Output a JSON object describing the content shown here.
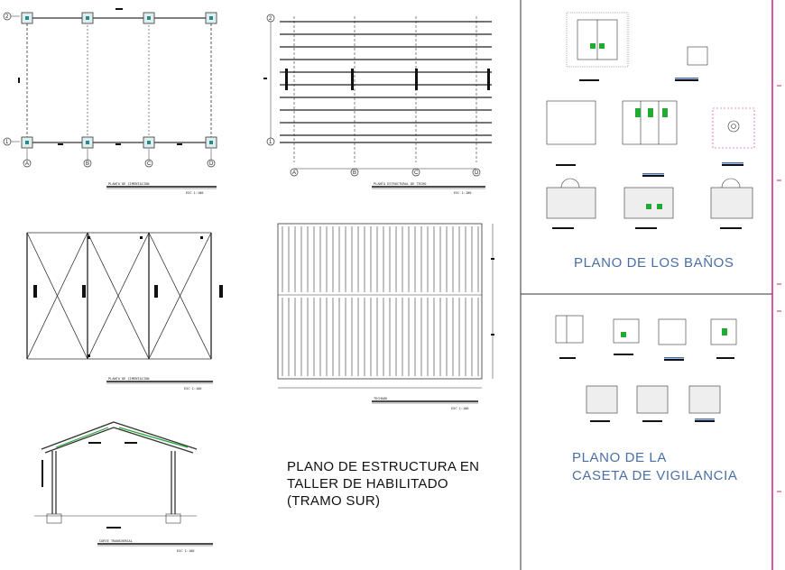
{
  "sheet": {
    "main_title_lines": [
      "PLANO DE ESTRUCTURA EN",
      "TALLER DE HABILITADO",
      "(TRAMO SUR)"
    ],
    "banos_title": "PLANO DE LOS BAÑOS",
    "caseta_title_lines": [
      "PLANO DE LA",
      "CASETA DE VIGILANCIA"
    ],
    "grid_numbers": [
      "1",
      "2"
    ],
    "grid_letters": [
      "A",
      "B",
      "C",
      "D"
    ],
    "drawing_labels": {
      "cimentacion": "PLANTA DE CIMENTACION",
      "techo_estructural": "PLANTA ESTRUCTURAL DE TECHO",
      "arriostre": "PLANTA DE CIMENTACION",
      "techado": "TECHADO",
      "corte": "CORTE TRANSVERSAL",
      "scale": "ESC 1:100"
    },
    "colors": {
      "line": "#222222",
      "accent_blue": "#4a6fa5",
      "accent_magenta": "#cc2288",
      "accent_green": "#22aa33"
    }
  }
}
